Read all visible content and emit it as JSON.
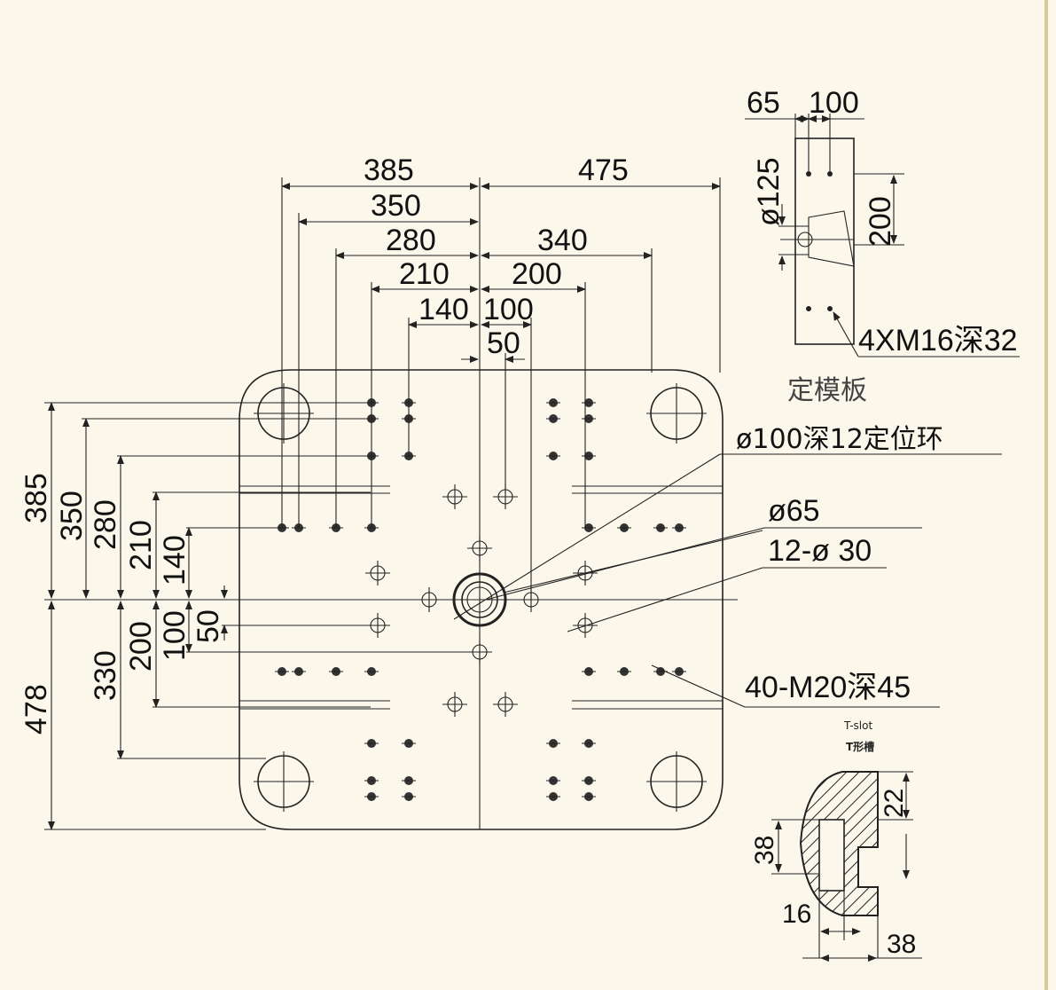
{
  "top_dims": {
    "left_385": "385",
    "left_350": "350",
    "left_280": "280",
    "left_210": "210",
    "left_140": "140",
    "right_475": "475",
    "right_340": "340",
    "right_200": "200",
    "right_100": "100",
    "center_50": "50"
  },
  "left_dims": {
    "d385": "385",
    "d350": "350",
    "d280": "280",
    "d210": "210",
    "d140": "140",
    "d478": "478",
    "d330": "330",
    "d200": "200",
    "d100": "100",
    "d50": "50"
  },
  "fixed_platen_view": {
    "d65": "65",
    "d100": "100",
    "d125": "ø125",
    "d200": "200",
    "bolt_note": "4XM16深32",
    "caption": "定模板"
  },
  "callouts": {
    "locating_ring": "ø100深12定位环",
    "nozzle": "ø65",
    "holes": "12-ø 30",
    "tapped": "40-M20深45"
  },
  "tslot": {
    "title_en": "T-slot",
    "title_cn": "T形槽",
    "d22": "22",
    "d38_left": "38",
    "d16": "16",
    "d38_bottom": "38"
  }
}
